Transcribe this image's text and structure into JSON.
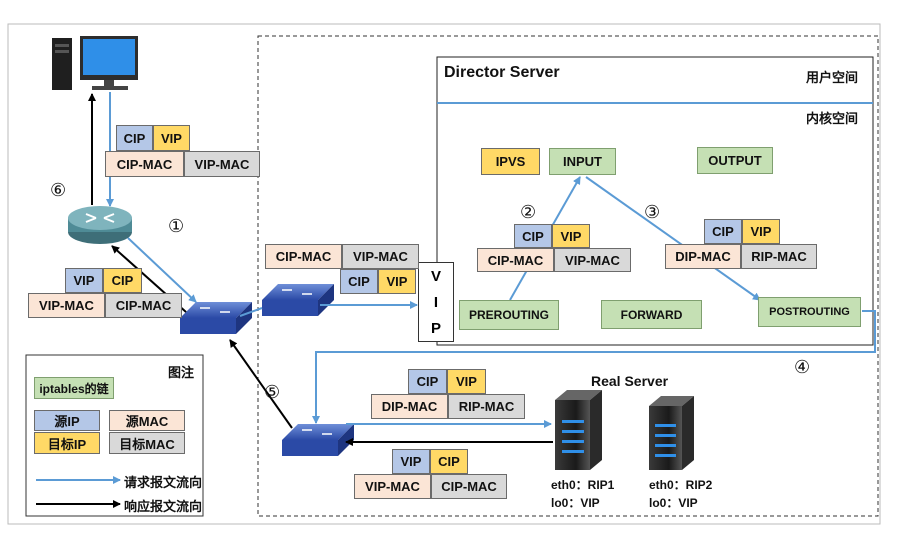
{
  "director": {
    "title": "Director Server",
    "user_space": "用户空间",
    "kernel_space": "内核空间"
  },
  "chains": {
    "ipvs": "IPVS",
    "input": "INPUT",
    "output": "OUTPUT",
    "prerouting": "PREROUTING",
    "forward": "FORWARD",
    "postrouting": "POSTROUTING"
  },
  "vip_letters": [
    "V",
    "I",
    "P"
  ],
  "steps": {
    "s1": "①",
    "s2": "②",
    "s3": "③",
    "s4": "④",
    "s5": "⑤",
    "s6": "⑥"
  },
  "packets": {
    "top_left": {
      "src_ip": "CIP",
      "dst_ip": "VIP",
      "src_mac": "CIP-MAC",
      "dst_mac": "VIP-MAC"
    },
    "router_side": {
      "src_ip": "VIP",
      "dst_ip": "CIP",
      "src_mac": "VIP-MAC",
      "dst_mac": "CIP-MAC"
    },
    "mid_left": {
      "src_mac": "CIP-MAC",
      "dst_mac": "VIP-MAC",
      "src_ip": "CIP",
      "dst_ip": "VIP"
    },
    "step2": {
      "src_ip": "CIP",
      "dst_ip": "VIP",
      "src_mac": "CIP-MAC",
      "dst_mac": "VIP-MAC"
    },
    "step3": {
      "src_ip": "CIP",
      "dst_ip": "VIP",
      "src_mac": "DIP-MAC",
      "dst_mac": "RIP-MAC"
    },
    "bottom_req": {
      "src_ip": "CIP",
      "dst_ip": "VIP",
      "src_mac": "DIP-MAC",
      "dst_mac": "RIP-MAC"
    },
    "bottom_resp": {
      "src_ip": "VIP",
      "dst_ip": "CIP",
      "src_mac": "VIP-MAC",
      "dst_mac": "CIP-MAC"
    }
  },
  "real_server": {
    "title": "Real Server",
    "rs1": {
      "eth": "eth0：RIP1",
      "lo": "lo0：VIP"
    },
    "rs2": {
      "eth": "eth0：RIP2",
      "lo": "lo0：VIP"
    }
  },
  "legend": {
    "title": "图注",
    "chain": "iptables的链",
    "src_ip": "源IP",
    "src_mac": "源MAC",
    "dst_ip": "目标IP",
    "dst_mac": "目标MAC",
    "request": "请求报文流向",
    "response": "响应报文流向"
  },
  "colors": {
    "request_arrow": "#5b9bd5",
    "response_arrow": "#000000",
    "src_ip": "#b4c7e7",
    "dst_ip": "#ffd966",
    "src_mac": "#fbe5d6",
    "dst_mac": "#d9d9d9",
    "chain": "#c5e0b4"
  }
}
